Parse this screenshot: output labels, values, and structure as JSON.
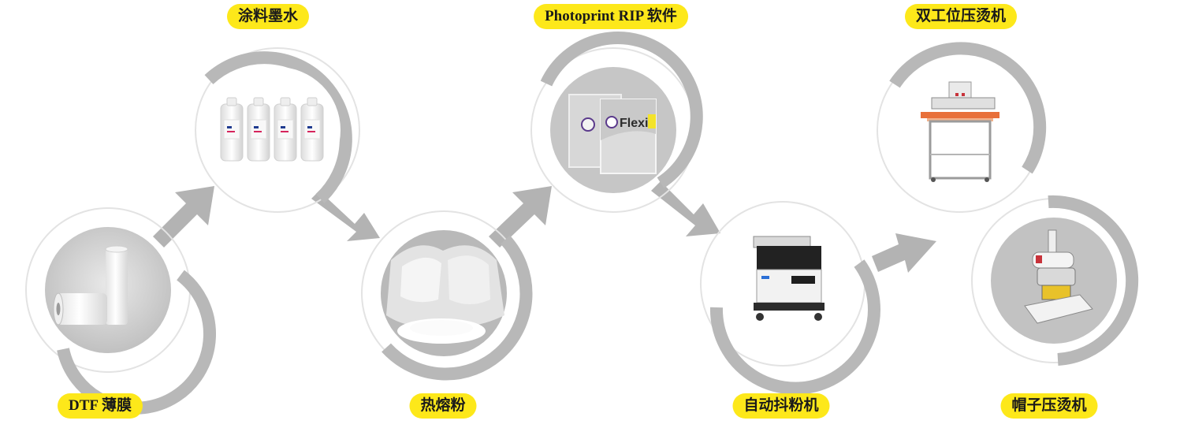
{
  "steps": [
    {
      "label": "DTF 薄膜",
      "icon": "film-roll-icon"
    },
    {
      "label": "涂料墨水",
      "icon": "ink-bottles-icon"
    },
    {
      "label": "热熔粉",
      "icon": "powder-bag-icon"
    },
    {
      "label": "Photoprint RIP 软件",
      "icon": "rip-software-box-icon",
      "brand": "Flexi"
    },
    {
      "label": "自动抖粉机",
      "icon": "powder-shaker-machine-icon"
    },
    {
      "label": "双工位压烫机",
      "icon": "double-station-heat-press-icon"
    },
    {
      "label": "帽子压烫机",
      "icon": "cap-heat-press-icon"
    }
  ],
  "colors": {
    "ring": "#b8b8b8",
    "arrow": "#b3b3b3",
    "label_bg": "#fde81a",
    "inner_bg": "#c4c4c4"
  }
}
